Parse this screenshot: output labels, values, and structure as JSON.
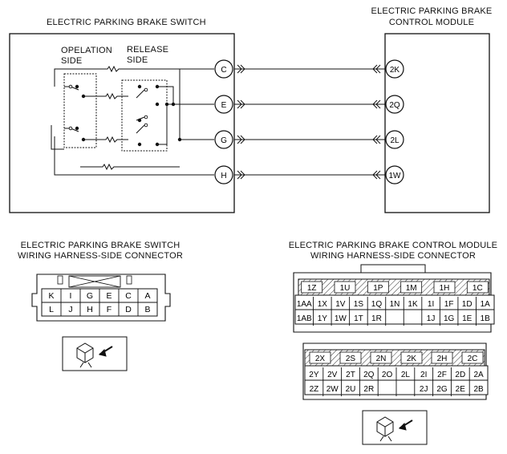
{
  "switch_box": {
    "title": "ELECTRIC PARKING BRAKE SWITCH",
    "operation_label": [
      "OPELATION",
      "SIDE"
    ],
    "release_label": [
      "RELEASE",
      "SIDE"
    ]
  },
  "module_box": {
    "title_line1": "ELECTRIC PARKING BRAKE",
    "title_line2": "CONTROL MODULE"
  },
  "wires": [
    {
      "switch_terminal": "C",
      "module_terminal": "2K"
    },
    {
      "switch_terminal": "E",
      "module_terminal": "2Q"
    },
    {
      "switch_terminal": "G",
      "module_terminal": "2L"
    },
    {
      "switch_terminal": "H",
      "module_terminal": "1W"
    }
  ],
  "switch_connector": {
    "title_line1": "ELECTRIC PARKING BRAKE SWITCH",
    "title_line2": "WIRING HARNESS-SIDE CONNECTOR",
    "row1": [
      "K",
      "I",
      "G",
      "E",
      "C",
      "A"
    ],
    "row2": [
      "L",
      "J",
      "H",
      "F",
      "D",
      "B"
    ]
  },
  "module_connector": {
    "title_line1": "ELECTRIC PARKING BRAKE CONTROL MODULE",
    "title_line2": "WIRING HARNESS-SIDE CONNECTOR",
    "upper": {
      "top_labels": [
        "1Z",
        "1U",
        "1P",
        "1M",
        "1H",
        "1C"
      ],
      "row1": [
        "1AA",
        "1X",
        "1V",
        "1S",
        "1Q",
        "1N",
        "1K",
        "1I",
        "1F",
        "1D",
        "1A"
      ],
      "row2": [
        "1AB",
        "1Y",
        "1W",
        "1T",
        "1R",
        "",
        "",
        "1J",
        "1G",
        "1E",
        "1B"
      ]
    },
    "lower": {
      "top_labels": [
        "2X",
        "2S",
        "2N",
        "2K",
        "2H",
        "2C"
      ],
      "row1": [
        "2Y",
        "2V",
        "2T",
        "2Q",
        "2O",
        "2L",
        "2I",
        "2F",
        "2D",
        "2A"
      ],
      "row2": [
        "2Z",
        "2W",
        "2U",
        "2R",
        "",
        "",
        "2J",
        "2G",
        "2E",
        "2B"
      ]
    }
  }
}
